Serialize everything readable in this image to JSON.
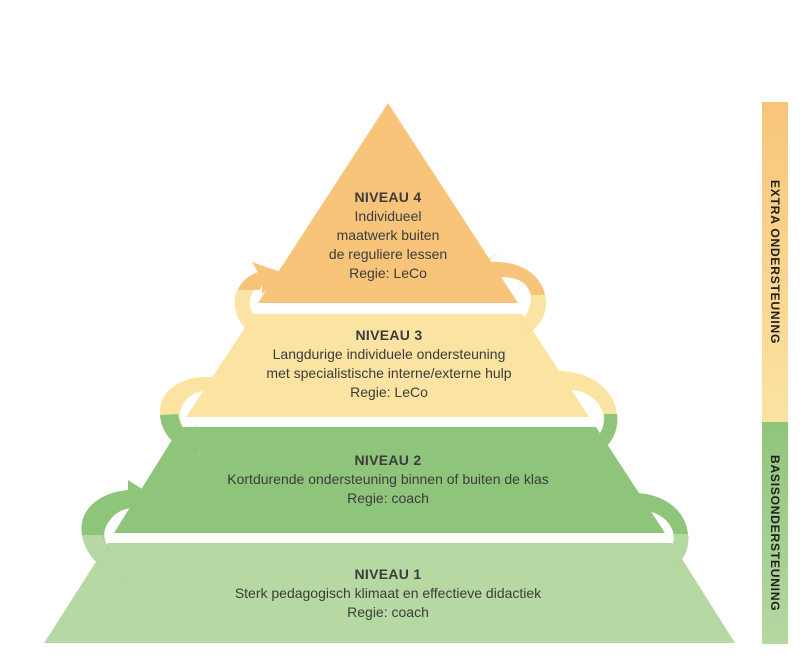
{
  "levels": [
    {
      "title": "NIVEAU 4",
      "lines": [
        "Individueel",
        "maatwerk buiten",
        "de reguliere lessen"
      ],
      "regie": "Regie: LeCo",
      "color": "#f7c47a"
    },
    {
      "title": "NIVEAU 3",
      "lines": [
        "Langdurige individuele ondersteuning",
        "met specialistische interne/externe hulp"
      ],
      "regie": "Regie: LeCo",
      "color": "#fbe3a1"
    },
    {
      "title": "NIVEAU 2",
      "lines": [
        "Kortdurende ondersteuning binnen of buiten de klas"
      ],
      "regie": "Regie: coach",
      "color": "#8fc57b"
    },
    {
      "title": "NIVEAU 1",
      "lines": [
        "Sterk pedagogisch klimaat en effectieve didactiek"
      ],
      "regie": "Regie: coach",
      "color": "#b6d8a2"
    }
  ],
  "sidebar": {
    "top": {
      "label": "EXTRA ONDERSTEUNING",
      "color": "#f7c47a",
      "fade": "#fbe3a1"
    },
    "bottom": {
      "label": "BASISONDERSTEUNING",
      "color": "#8fc57b",
      "fade": "#b6d8a2"
    }
  },
  "arrow_colors": {
    "orange": "#f7c47a",
    "yellow": "#fbe3a1",
    "green": "#8fc57b",
    "lightgreen": "#b6d8a2"
  }
}
